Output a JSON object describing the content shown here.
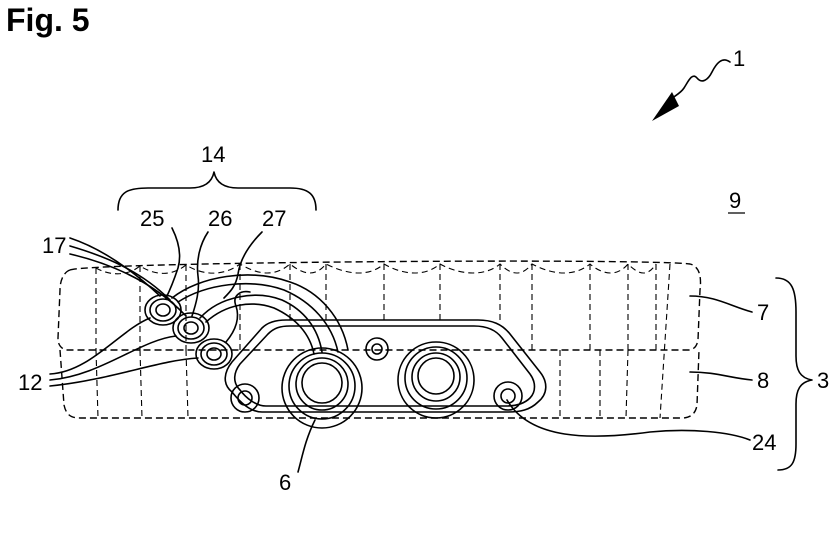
{
  "figure": {
    "title": "Fig. 5",
    "reference_numerals": {
      "n1": "1",
      "n3": "3",
      "n6": "6",
      "n7": "7",
      "n8": "8",
      "n9": "9",
      "n12": "12",
      "n14": "14",
      "n17": "17",
      "n24": "24",
      "n25": "25",
      "n26": "26",
      "n27": "27"
    }
  }
}
